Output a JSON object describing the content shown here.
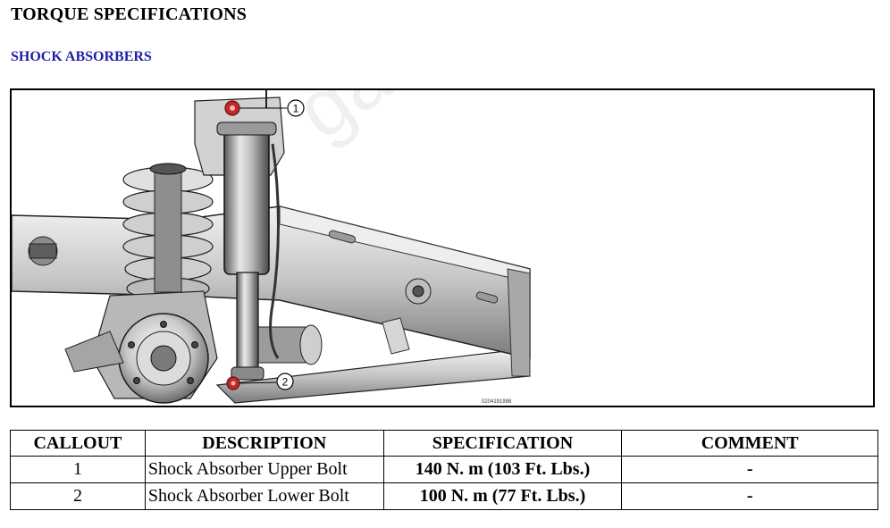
{
  "header": {
    "title": "TORQUE SPECIFICATIONS",
    "subtitle": "SHOCK ABSORBERS"
  },
  "figure": {
    "callouts": [
      "1",
      "2"
    ],
    "code": "0204191998",
    "watermark": "gardn"
  },
  "table": {
    "columns": [
      "CALLOUT",
      "DESCRIPTION",
      "SPECIFICATION",
      "COMMENT"
    ],
    "rows": [
      {
        "callout": "1",
        "description": "Shock Absorber Upper Bolt",
        "specification": "140 N. m (103 Ft. Lbs.)",
        "comment": "-"
      },
      {
        "callout": "2",
        "description": "Shock Absorber Lower Bolt",
        "specification": "100 N. m (77 Ft. Lbs.)",
        "comment": "-"
      }
    ]
  },
  "colors": {
    "subtitle": "#1f1fa8",
    "bolt_highlight": "#c0282a"
  }
}
